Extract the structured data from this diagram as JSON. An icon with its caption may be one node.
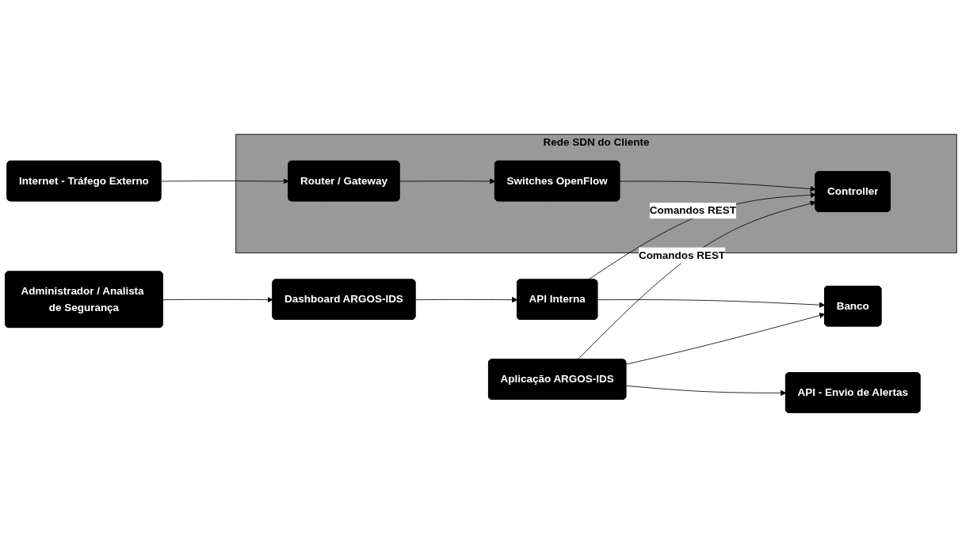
{
  "diagram": {
    "nodes": [
      {
        "text": [
          "Rede SDN do Cliente"
        ]
      },
      {
        "text": [
          "Internet - Tráfego Externo"
        ]
      },
      {
        "text": [
          "Router / Gateway"
        ],
        "in": 0
      },
      {
        "text": [
          "Switches OpenFlow"
        ],
        "in": 0
      },
      {
        "text": [
          "Controller"
        ],
        "in": 0
      },
      {
        "text": [
          "Administrador / Analista de Segurança"
        ]
      },
      {
        "text": [
          "Dashboard ARGOS-IDS"
        ]
      },
      {
        "text": [
          "API Interna"
        ]
      },
      {
        "text": [
          "Aplicação ARGOS-IDS"
        ]
      },
      {
        "text": [
          "Banco"
        ]
      },
      {
        "text": [
          "API - Envio de Alertas"
        ]
      }
    ],
    "edges": [
      {
        "from": 1,
        "to": 2,
        "arrow": "to"
      },
      {
        "from": 2,
        "to": 3,
        "arrow": "to"
      },
      {
        "from": 3,
        "to": 4,
        "arrow": "to"
      },
      {
        "from": 7,
        "to": 4,
        "arrow": "to",
        "label": "Comandos REST"
      },
      {
        "from": 8,
        "to": 4,
        "arrow": "to",
        "label": "Comandos REST"
      },
      {
        "from": 5,
        "to": 6,
        "arrow": "to"
      },
      {
        "from": 6,
        "to": 7,
        "arrow": "to"
      },
      {
        "from": 7,
        "to": 9,
        "arrow": "to"
      },
      {
        "from": 8,
        "to": 9,
        "arrow": "to"
      },
      {
        "from": 8,
        "to": 10,
        "arrow": "to"
      }
    ]
  }
}
